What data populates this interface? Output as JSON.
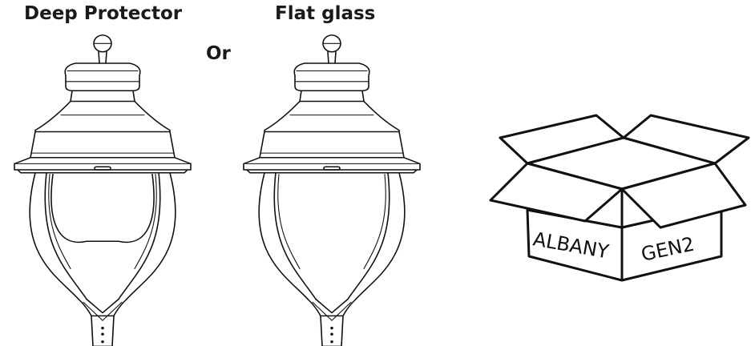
{
  "labels": {
    "deep_protector": "Deep Protector",
    "or": "Or",
    "flat_glass": "Flat glass"
  },
  "box": {
    "left_face_text": "ALBANY",
    "right_face_text": "GEN2"
  }
}
